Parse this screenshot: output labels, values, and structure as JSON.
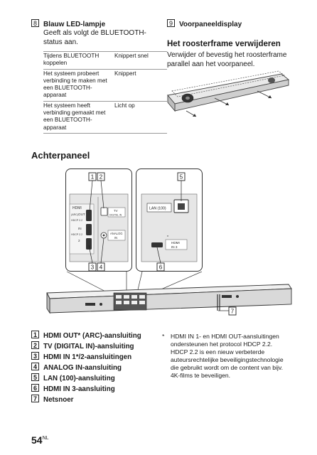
{
  "led": {
    "number": "8",
    "title": "Blauw LED-lampje",
    "desc": "Geeft als volgt de BLUETOOTH-status aan."
  },
  "status_table": [
    {
      "state": "Tijdens BLUETOOTH koppelen",
      "led": "Knippert snel"
    },
    {
      "state": "Het systeem probeert verbinding te maken met een BLUETOOTH-apparaat",
      "led": "Knippert"
    },
    {
      "state": "Het systeem heeft verbinding gemaakt met een BLUETOOTH-apparaat",
      "led": "Licht op"
    }
  ],
  "front_display": {
    "number": "9",
    "title": "Voorpaneeldisplay"
  },
  "grille": {
    "title": "Het roosterframe verwijderen",
    "desc": "Verwijder of bevestig het roosterframe parallel aan het voorpaneel."
  },
  "rear": {
    "title": "Achterpaneel"
  },
  "figure_labels": {
    "hdmi": "HDMI",
    "out": "OUT",
    "arc": "(ARC)",
    "hdcp1": "HDCP 2.2",
    "in": "IN",
    "hdcp2": "HDCP 2.2",
    "in2": "2",
    "tv": "TV",
    "digital_in": "DIGITAL IN",
    "analog": "ANALOG",
    "analog_in": "IN",
    "lan": "LAN (100)",
    "hdmi_in": "HDMI",
    "hdmi_in3": "IN 3",
    "star": "*"
  },
  "callouts": [
    "1",
    "2",
    "3",
    "4",
    "5",
    "6",
    "7"
  ],
  "connectors": [
    {
      "num": "1",
      "label": "HDMI OUT* (ARC)-aansluiting"
    },
    {
      "num": "2",
      "label": "TV (DIGITAL IN)-aansluiting"
    },
    {
      "num": "3",
      "label": "HDMI IN 1*/2-aansluitingen"
    },
    {
      "num": "4",
      "label": "ANALOG IN-aansluiting"
    },
    {
      "num": "5",
      "label": "LAN (100)-aansluiting"
    },
    {
      "num": "6",
      "label": "HDMI IN 3-aansluiting"
    },
    {
      "num": "7",
      "label": "Netsnoer"
    }
  ],
  "footnote": {
    "mark": "*",
    "text": "HDMI IN 1- en HDMI OUT-aansluitingen ondersteunen het protocol HDCP 2.2. HDCP 2.2 is een nieuw verbeterde auteursrechtelijke beveiligingstechnologie die gebruikt wordt om de content van bijv. 4K-films te beveiligen."
  },
  "page": {
    "number": "54",
    "lang": "NL"
  }
}
